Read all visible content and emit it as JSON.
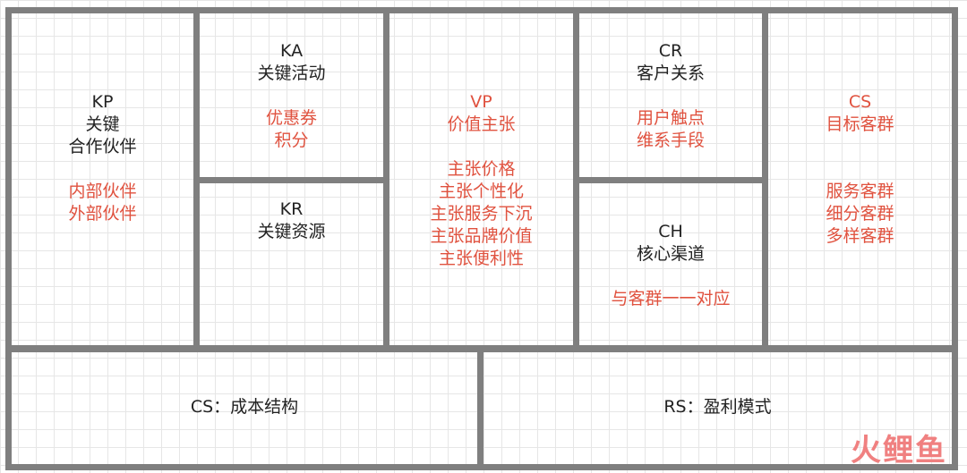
{
  "kp": {
    "code": "KP",
    "title1": "关键",
    "title2": "合作伙伴",
    "line1": "内部伙伴",
    "line2": "外部伙伴"
  },
  "ka": {
    "code": "KA",
    "title": "关键活动",
    "line1": "优惠券",
    "line2": "积分"
  },
  "kr": {
    "code": "KR",
    "title": "关键资源"
  },
  "vp": {
    "code": "VP",
    "title": "价值主张",
    "items": [
      "主张价格",
      "主张个性化",
      "主张服务下沉",
      "主张品牌价值",
      "主张便利性"
    ]
  },
  "cr": {
    "code": "CR",
    "title": "客户关系",
    "line1": "用户触点",
    "line2": "维系手段"
  },
  "ch": {
    "code": "CH",
    "title": "核心渠道",
    "line1": "与客群一一对应"
  },
  "cs_seg": {
    "code": "CS",
    "title": "目标客群",
    "items": [
      "服务客群",
      "细分客群",
      "多样客群"
    ]
  },
  "cost": {
    "label": "CS：成本结构"
  },
  "revenue": {
    "label": "RS：盈利模式"
  },
  "watermark": "火鲤鱼",
  "colors": {
    "border": "#7f7f7f",
    "accent": "#e0523f",
    "text": "#222222",
    "grid": "#e6e6e6"
  }
}
